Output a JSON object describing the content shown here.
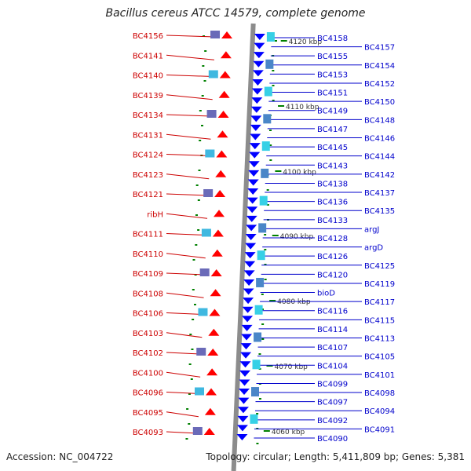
{
  "title": "Bacillus cereus ATCC 14579, complete genome",
  "footer": {
    "accession": "Accession: NC_004722",
    "summary": "Topology: circular; Length: 5,411,809 bp; Genes: 5,381"
  },
  "colors": {
    "backbone": "#8c8c8c",
    "forward_gene": "#ff0000",
    "reverse_gene": "#0000ff",
    "forward_label": "#cc0000",
    "reverse_label": "#0000cc",
    "tick": "#008000"
  },
  "scale_ticks": [
    "4120 kbp",
    "4110 kbp",
    "4100 kbp",
    "4090 kbp",
    "4080 kbp",
    "4070 kbp",
    "4060 kbp"
  ],
  "forward_labels": [
    "BC4156",
    "BC4141",
    "BC4140",
    "BC4139",
    "BC4134",
    "BC4131",
    "BC4124",
    "BC4123",
    "BC4121",
    "ribH",
    "BC4111",
    "BC4110",
    "BC4109",
    "BC4108",
    "BC4106",
    "BC4103",
    "BC4102",
    "BC4100",
    "BC4096",
    "BC4095",
    "BC4093"
  ],
  "reverse_labels": [
    "BC4158",
    "BC4157",
    "BC4155",
    "BC4154",
    "BC4153",
    "BC4152",
    "BC4151",
    "BC4150",
    "BC4149",
    "BC4148",
    "BC4147",
    "BC4146",
    "BC4145",
    "BC4144",
    "BC4143",
    "BC4142",
    "BC4138",
    "BC4137",
    "BC4136",
    "BC4135",
    "BC4133",
    "argJ",
    "BC4128",
    "argD",
    "BC4126",
    "BC4125",
    "BC4120",
    "BC4119",
    "bioD",
    "BC4117",
    "BC4116",
    "BC4115",
    "BC4114",
    "BC4113",
    "BC4107",
    "BC4105",
    "BC4104",
    "BC4101",
    "BC4099",
    "BC4098",
    "BC4097",
    "BC4094",
    "BC4092",
    "BC4091",
    "BC4090"
  ]
}
